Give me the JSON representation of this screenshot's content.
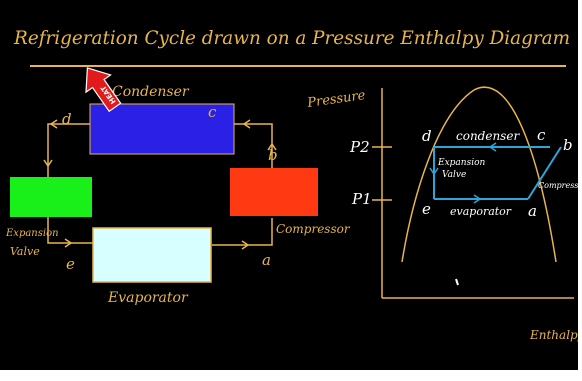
{
  "title": "Refrigeration Cycle drawn on a Pressure Enthalpy Diagram",
  "colors": {
    "background": "#000000",
    "chalk_yellow": "#e8b54a",
    "chalk_white": "#ffffff",
    "cycle_blue": "#2aa7d8",
    "condenser": "#2b21e6",
    "compressor": "#ff3a12",
    "expansion_valve": "#19f019",
    "evaporator": "#d8ffff",
    "heat_arrow": "#e11b1b"
  },
  "schematic": {
    "condenser_label": "Condenser",
    "evaporator_label": "Evaporator",
    "compressor_label": "Compressor",
    "expansion_valve_label": [
      "Expansion",
      "Valve"
    ],
    "heat_label": "HEAT",
    "points": {
      "a": "a",
      "b": "b",
      "c": "c",
      "d": "d",
      "e": "e"
    }
  },
  "ph_diagram": {
    "y_axis_label": "Pressure",
    "x_axis_label": "Enthalpy",
    "p2_label": "P2",
    "p1_label": "P1",
    "condenser_label": "condenser",
    "evaporator_label": "evaporator",
    "expansion_valve_label": [
      "Expansion",
      "Valve"
    ],
    "compressor_label": "Compressor",
    "points": {
      "a": "a",
      "b": "b",
      "c": "c",
      "d": "d",
      "e": "e"
    }
  }
}
